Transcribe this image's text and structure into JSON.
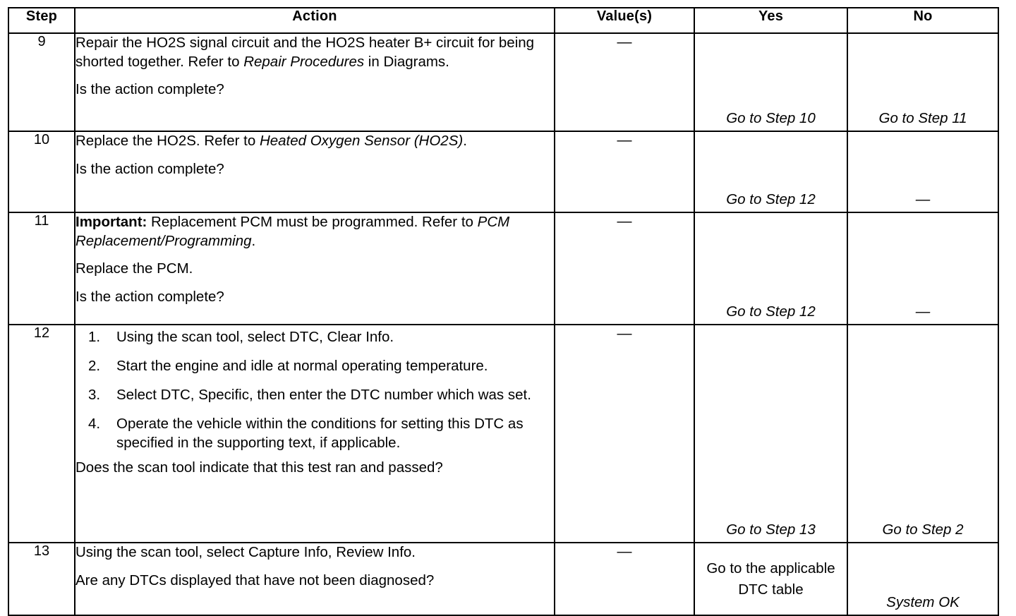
{
  "table": {
    "columns": [
      "Step",
      "Action",
      "Value(s)",
      "Yes",
      "No"
    ],
    "headers": {
      "step": "Step",
      "action": "Action",
      "values": "Value(s)",
      "yes": "Yes",
      "no": "No"
    },
    "dash": "—",
    "rows": [
      {
        "step": "9",
        "action": {
          "para1_a": "Repair the HO2S signal circuit and the HO2S heater B+ circuit for being shorted together. Refer to ",
          "para1_italic": "Repair Procedures",
          "para1_b": " in Diagrams.",
          "question": "Is the action complete?"
        },
        "value": "—",
        "yes": "Go to Step 10",
        "no": "Go to Step 11"
      },
      {
        "step": "10",
        "action": {
          "para1_a": "Replace the HO2S. Refer to ",
          "para1_italic": "Heated Oxygen Sensor (HO2S)",
          "para1_b": ".",
          "question": "Is the action complete?"
        },
        "value": "—",
        "yes": "Go to Step 12",
        "no": "—"
      },
      {
        "step": "11",
        "action": {
          "important_label": "Important:",
          "important_text": " Replacement PCM must be programmed. Refer to ",
          "important_italic": "PCM Replacement/Programming",
          "important_tail": ".",
          "para2": "Replace the PCM.",
          "question": "Is the action complete?"
        },
        "value": "—",
        "yes": "Go to Step 12",
        "no": "—"
      },
      {
        "step": "12",
        "action": {
          "list": [
            "Using the scan tool, select DTC, Clear Info.",
            "Start the engine and idle at normal operating temperature.",
            "Select DTC, Specific, then enter the DTC number which was set.",
            "Operate the vehicle within the conditions for setting this DTC as specified in the supporting text, if applicable."
          ],
          "question": "Does the scan tool indicate that this test ran and passed?"
        },
        "value": "—",
        "yes": "Go to Step 13",
        "no": "Go to Step 2"
      },
      {
        "step": "13",
        "action": {
          "para1": "Using the scan tool, select Capture Info, Review Info.",
          "question": "Are any DTCs displayed that have not been diagnosed?"
        },
        "value": "—",
        "yes": "Go to the applicable DTC table",
        "no": "System OK"
      }
    ]
  }
}
